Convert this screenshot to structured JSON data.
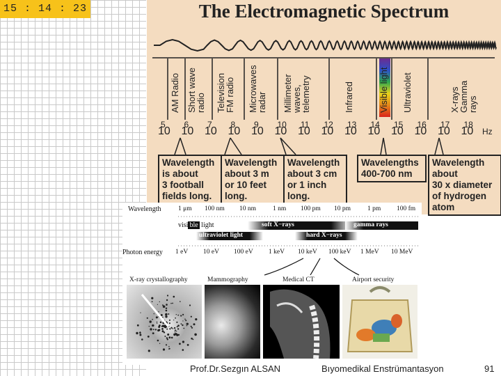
{
  "clock": "15 : 14 : 23",
  "top": {
    "title": "The Electromagnetic Spectrum",
    "bands": [
      "AM Radio",
      "Short wave\nradio",
      "Television\nFM radio",
      "Microwaves\nradar",
      "Millimeter\nwaves,\ntelemetry",
      "Infrared",
      "Visible light",
      "Ultraviolet",
      "X-rays\nGamma rays"
    ],
    "exponents": [
      "5",
      "6",
      "7",
      "8",
      "9",
      "10",
      "11",
      "12",
      "13",
      "14",
      "15",
      "16",
      "17",
      "18"
    ],
    "base": "10",
    "unit": "Hz",
    "callouts": [
      "Wavelength\nis about\n3 football\nfields long.",
      "Wavelength\nabout 3 m\nor 10 feet\nlong.",
      "Wavelength\nabout 3 cm\nor 1 inch\nlong.",
      "Wavelengths\n400-700 nm",
      "Wavelength\nabout\n30 x diameter\nof hydrogen\natom"
    ]
  },
  "bottom": {
    "wavelength_label": "Wavelength",
    "wavelength_ticks": [
      "1 μm",
      "100 nm",
      "10 nm",
      "1 nm",
      "100 pm",
      "10 pm",
      "1 pm",
      "100 fm"
    ],
    "visible_pre": "visi",
    "visible_mid": "ble",
    "visible_post": " light",
    "ultraviolet": "ultraviolet light",
    "soft_xrays": "soft X−rays",
    "hard_xrays": "hard X−rays",
    "gamma": "gamma rays",
    "photon_label": "Photon energy",
    "energy_ticks": [
      "1 eV",
      "10 eV",
      "100 eV",
      "1 keV",
      "10 keV",
      "100 keV",
      "1 MeV",
      "10 MeV"
    ],
    "applications": [
      "X-ray crystallography",
      "Mammography",
      "Medical CT",
      "Airport security"
    ]
  },
  "footer": {
    "author": "Prof.Dr.Sezgın ALSAN",
    "course": "Bıyomedikal Enstrümantasyon",
    "page": "91"
  },
  "colors": {
    "clock_bg": "#f7c21a",
    "figure_bg": "#f4dcc0"
  }
}
